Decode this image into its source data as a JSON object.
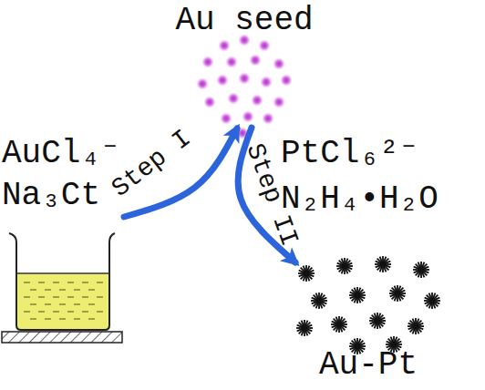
{
  "diagram": {
    "nodes": [
      {
        "text": [
          "AuCl₄⁻",
          "Na₃Ct"
        ]
      },
      {
        "text": [
          "Au seed"
        ]
      },
      {
        "text": [
          "Au-Pt"
        ]
      }
    ],
    "edges": [
      {
        "from": 0,
        "to": 1,
        "arrow": "to",
        "label": "Step I"
      },
      {
        "from": 1,
        "to": 2,
        "arrow": "to",
        "label": "Step II"
      }
    ],
    "labels": [
      "PtCl₆²⁻",
      "N₂H₄•H₂O"
    ]
  }
}
